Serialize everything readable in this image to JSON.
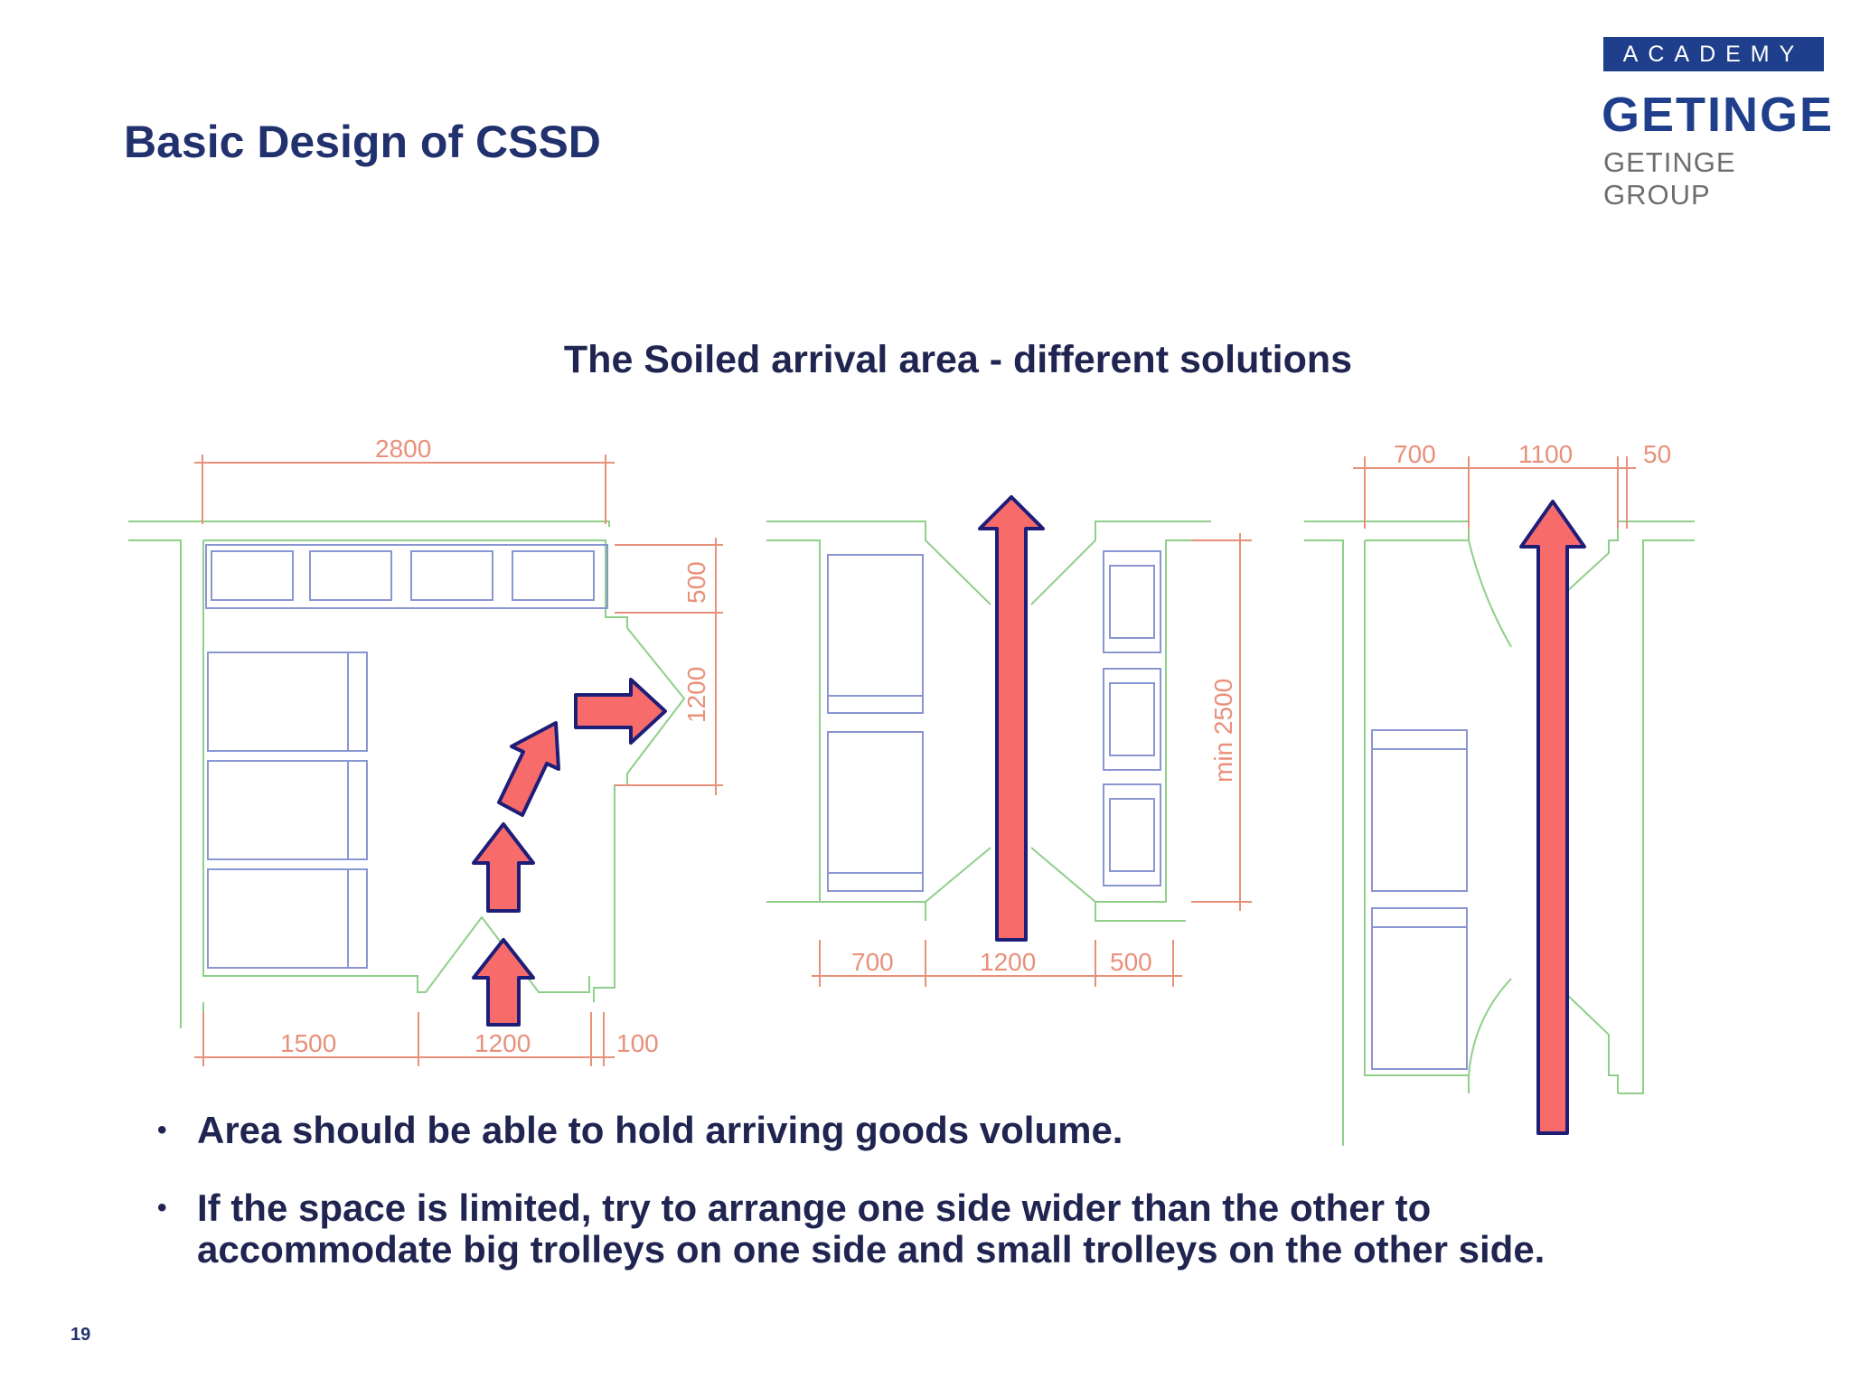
{
  "slide": {
    "title": "Basic Design of CSSD",
    "subtitle": "The Soiled arrival area - different solutions",
    "page_number": "19"
  },
  "logo": {
    "academy": "ACADEMY",
    "name": "GETINGE",
    "group": "GETINGE GROUP",
    "color": "#1f3f8c"
  },
  "plan_left": {
    "dim_width": "2800",
    "dim_bottom_left": "1500",
    "dim_bottom_mid": "1200",
    "dim_bottom_right": "100",
    "dim_right_top": "500",
    "dim_right_mid": "1200"
  },
  "plan_middle": {
    "dim_left": "700",
    "dim_mid": "1200",
    "dim_right": "500",
    "dim_height": "min  2500"
  },
  "plan_right": {
    "dim_left": "700",
    "dim_mid": "1100",
    "dim_right": "50"
  },
  "bullets": [
    "Area should be able to hold arriving goods volume.",
    "If the space is limited, try to arrange one side wider than the other to accommodate big trolleys on one side and small trolleys on the other side."
  ],
  "colors": {
    "wall": "#8fcf8a",
    "dimension": "#e8907a",
    "arrow_fill": "#f76b6b",
    "arrow_stroke": "#1e1e78",
    "trolley": "#8a96d2"
  }
}
